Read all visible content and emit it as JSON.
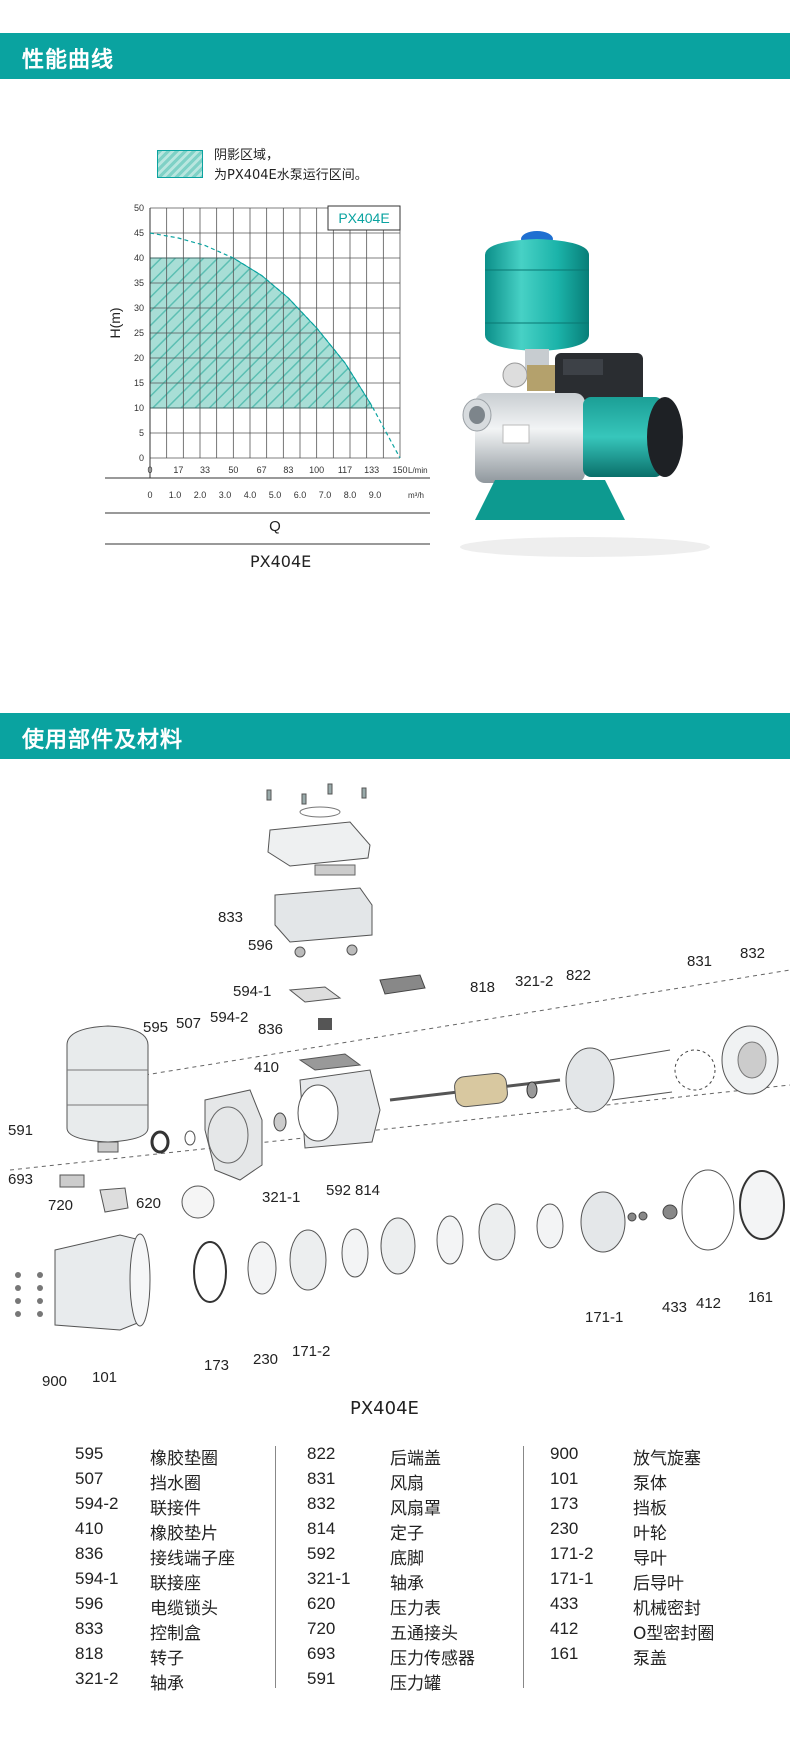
{
  "sections": {
    "performance_title": "性能曲线",
    "parts_title": "使用部件及材料"
  },
  "legend": {
    "line1": "阴影区域，",
    "line2": "为PX404E水泵运行区间。"
  },
  "chart_data": {
    "type": "line",
    "model_label": "PX404E",
    "caption": "PX404E",
    "ylabel": "H(m)",
    "xlabel": "Q",
    "ylim": [
      0,
      50
    ],
    "yticks": [
      "0",
      "5",
      "10",
      "15",
      "20",
      "25",
      "30",
      "35",
      "40",
      "45",
      "50"
    ],
    "x_lmin_ticks": [
      "0",
      "17",
      "33",
      "50",
      "67",
      "83",
      "100",
      "117",
      "133",
      "150"
    ],
    "x_lmin_unit": "L/min",
    "x_m3h_ticks": [
      "0",
      "1.0",
      "2.0",
      "3.0",
      "4.0",
      "5.0",
      "6.0",
      "7.0",
      "8.0",
      "9.0"
    ],
    "x_m3h_unit": "m³/h",
    "series": [
      {
        "x": [
          0,
          17,
          33,
          50,
          67,
          83,
          100,
          117,
          133,
          150
        ],
        "y": [
          45,
          44,
          42.5,
          40,
          36.5,
          32,
          26,
          19,
          10.5,
          0
        ]
      }
    ],
    "operating_region": {
      "h_min": 10,
      "h_max": 40
    },
    "colors": {
      "fill": "#7fd1c6",
      "line": "#0aa3a0",
      "grid": "#555555"
    }
  },
  "diagram": {
    "caption": "PX404E",
    "labels": [
      "833",
      "596",
      "594-1",
      "818",
      "321-2",
      "822",
      "831",
      "832",
      "595",
      "507",
      "594-2",
      "836",
      "410",
      "591",
      "693",
      "720",
      "620",
      "321-1",
      "592",
      "814",
      "433",
      "412",
      "161",
      "171-1",
      "900",
      "101",
      "173",
      "230",
      "171-2"
    ]
  },
  "parts": {
    "col1": [
      {
        "num": "595",
        "name": "橡胶垫圈"
      },
      {
        "num": "507",
        "name": "挡水圈"
      },
      {
        "num": "594-2",
        "name": "联接件"
      },
      {
        "num": "410",
        "name": "橡胶垫片"
      },
      {
        "num": "836",
        "name": "接线端子座"
      },
      {
        "num": "594-1",
        "name": "联接座"
      },
      {
        "num": "596",
        "name": "电缆锁头"
      },
      {
        "num": "833",
        "name": "控制盒"
      },
      {
        "num": "818",
        "name": "转子"
      },
      {
        "num": "321-2",
        "name": "轴承"
      }
    ],
    "col2": [
      {
        "num": "822",
        "name": "后端盖"
      },
      {
        "num": "831",
        "name": "风扇"
      },
      {
        "num": "832",
        "name": "风扇罩"
      },
      {
        "num": "814",
        "name": "定子"
      },
      {
        "num": "592",
        "name": "底脚"
      },
      {
        "num": "321-1",
        "name": "轴承"
      },
      {
        "num": "620",
        "name": "压力表"
      },
      {
        "num": "720",
        "name": "五通接头"
      },
      {
        "num": "693",
        "name": "压力传感器"
      },
      {
        "num": "591",
        "name": "压力罐"
      }
    ],
    "col3": [
      {
        "num": "900",
        "name": "放气旋塞"
      },
      {
        "num": "101",
        "name": "泵体"
      },
      {
        "num": "173",
        "name": "挡板"
      },
      {
        "num": "230",
        "name": "叶轮"
      },
      {
        "num": "171-2",
        "name": "导叶"
      },
      {
        "num": "171-1",
        "name": "后导叶"
      },
      {
        "num": "433",
        "name": "机械密封"
      },
      {
        "num": "412",
        "name": "O型密封圈"
      },
      {
        "num": "161",
        "name": "泵盖"
      }
    ]
  }
}
